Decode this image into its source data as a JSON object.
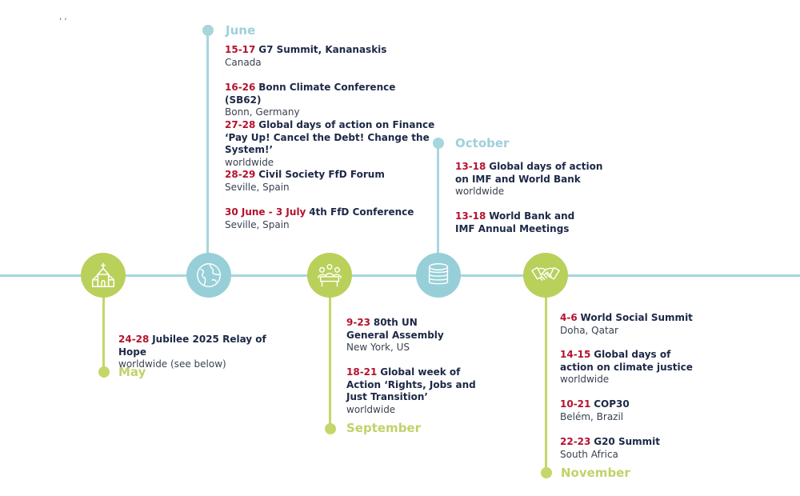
{
  "top_mark": ", ,",
  "colors": {
    "blue": "#a7d6dd",
    "green": "#c6d66b",
    "date_red": "#b5122e",
    "text_navy": "#1c2846"
  },
  "months": {
    "june": "June",
    "october": "October",
    "may": "May",
    "september": "September",
    "november": "November"
  },
  "icons": [
    "church-icon",
    "globe-icon",
    "people-meeting-icon",
    "coins-icon",
    "handshake-icon"
  ],
  "june_events": [
    {
      "date": "15-17",
      "title": "G7 Summit, Kananaskis",
      "location": "Canada"
    },
    {
      "date": "16-26",
      "title": "Bonn Climate Conference (SB62)",
      "location": "Bonn, Germany"
    },
    {
      "date": "27-28",
      "title": "Global days of action on Finance ‘Pay Up! Cancel the Debt! Change the System!’",
      "location": "worldwide"
    },
    {
      "date": "28-29",
      "title": "Civil Society FfD Forum",
      "location": "Seville, Spain"
    },
    {
      "date": "30 June - 3 July",
      "title": "4th FfD Conference",
      "location": "Seville, Spain"
    }
  ],
  "october_events": [
    {
      "date": "13-18",
      "title": "Global days of action on IMF and World Bank",
      "location": "worldwide"
    },
    {
      "date": "13-18",
      "title": "World Bank and IMF Annual Meetings",
      "location": ""
    }
  ],
  "may_events": [
    {
      "date": "24-28",
      "title": "Jubilee 2025 Relay of Hope",
      "location": "worldwide (see below)"
    }
  ],
  "september_events": [
    {
      "date": "9-23",
      "title": "80th UN General Assembly",
      "location": "New York, US"
    },
    {
      "date": "18-21",
      "title": "Global week of Action ‘Rights, Jobs and Just Transition’",
      "location": "worldwide"
    }
  ],
  "november_events": [
    {
      "date": "4-6",
      "title": "World Social Summit",
      "location": "Doha, Qatar"
    },
    {
      "date": "14-15",
      "title": "Global days of action on climate justice",
      "location": "worldwide"
    },
    {
      "date": "10-21",
      "title": "COP30",
      "location": "Belém, Brazil"
    },
    {
      "date": "22-23",
      "title": "G20 Summit",
      "location": "South Africa"
    }
  ]
}
